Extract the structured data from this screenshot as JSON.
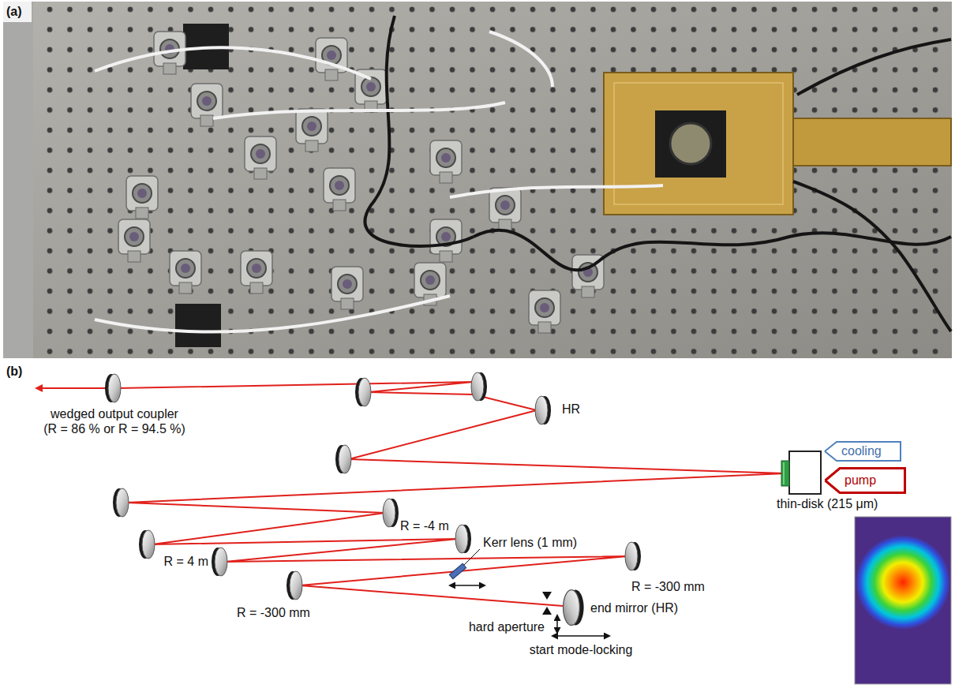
{
  "diagram": {
    "nodes": [
      {
        "text": [
          "cooling"
        ]
      },
      {
        "text": [
          "pump"
        ]
      }
    ],
    "labels": [
      "(a)",
      "(b)",
      "wedged output coupler",
      "(R = 86 % or R = 94.5 %)",
      "HR",
      "thin-disk (215 μm)",
      "R = -4 m",
      "Kerr lens (1 mm)",
      "R = -300 mm",
      "R = 4 m",
      "R = -300 mm",
      "hard aperture",
      "end mirror (HR)",
      "start mode-locking"
    ]
  }
}
